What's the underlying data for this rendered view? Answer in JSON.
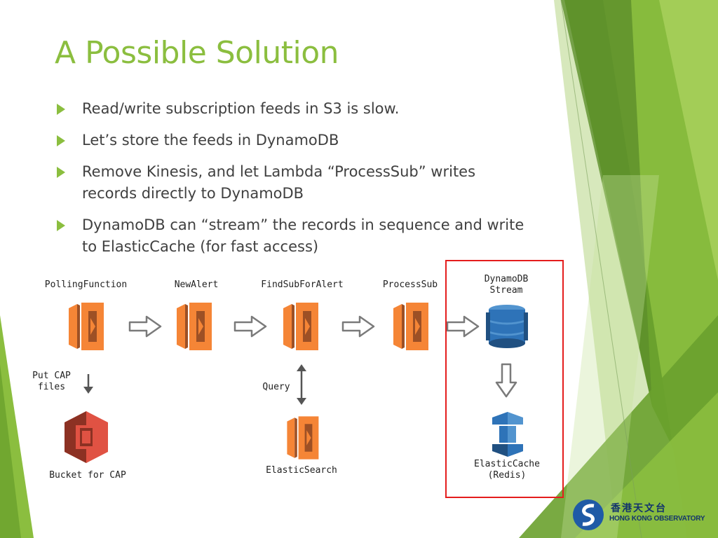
{
  "slide": {
    "title": "A Possible Solution",
    "bullets": [
      "Read/write subscription feeds in S3 is slow.",
      "Let’s store the feeds in DynamoDB",
      "Remove Kinesis, and let Lambda “ProcessSub” writes records directly to DynamoDB",
      "DynamoDB can “stream” the records in sequence and write to ElasticCache (for fast access)"
    ]
  },
  "diagram": {
    "nodes": {
      "polling": "PollingFunction",
      "newalert": "NewAlert",
      "findsub": "FindSubForAlert",
      "processsub": "ProcessSub",
      "dynamostream": "DynamoDB\nStream",
      "bucket": "Bucket for CAP",
      "es": "ElasticSearch",
      "cache": "ElasticCache\n(Redis)"
    },
    "edge_labels": {
      "putcap": "Put CAP\nfiles",
      "query": "Query"
    },
    "icons": {
      "lambda": "aws-lambda-icon",
      "dynamodb": "aws-dynamodb-icon",
      "s3": "aws-s3-bucket-icon",
      "elasticache": "aws-elasticache-icon",
      "elasticsearch": "aws-elasticsearch-icon"
    },
    "colors": {
      "lambda_orange": "#f58536",
      "lambda_dark": "#9d5025",
      "dynamo_blue": "#2e73b8",
      "s3_red": "#e05243",
      "highlight_red": "#e41d1d",
      "accent_green": "#8bbe3f"
    }
  },
  "logo": {
    "chinese": "香港天文台",
    "english": "HONG KONG OBSERVATORY"
  }
}
